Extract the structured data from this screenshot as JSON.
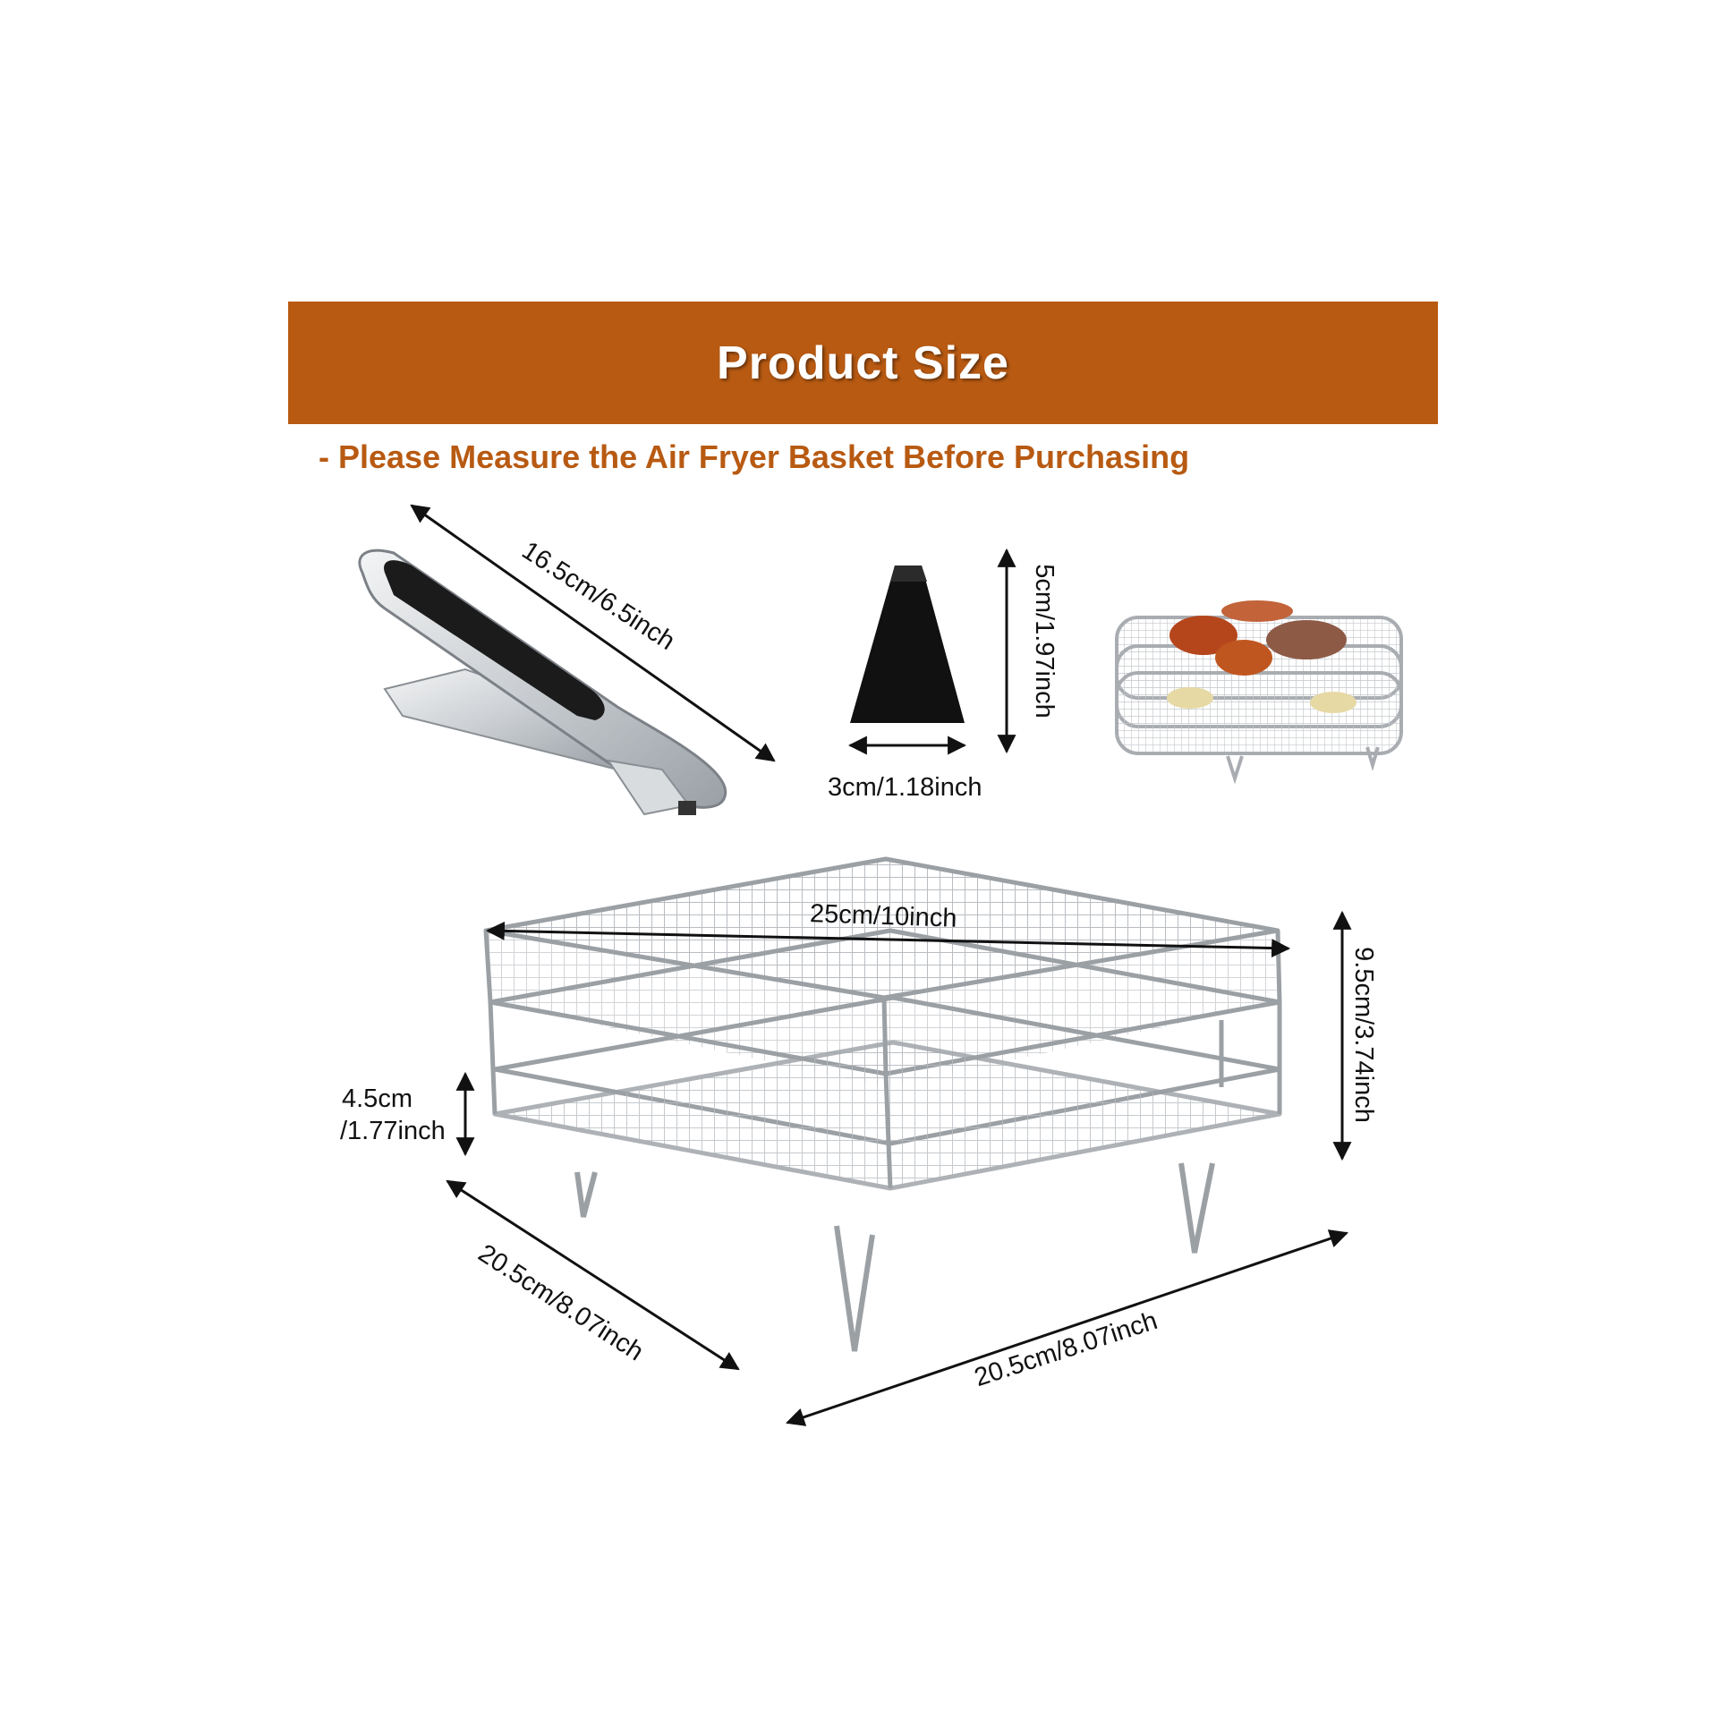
{
  "header": {
    "title": "Product Size",
    "subtitle": "- Please Measure the Air Fryer Basket Before Purchasing",
    "banner_color": "#b85a12"
  },
  "dimensions": {
    "handle_length": "16.5cm/6.5inch",
    "foot_height": "5cm/1.97inch",
    "foot_width": "3cm/1.18inch",
    "rack_diagonal": "25cm/10inch",
    "stack_height": "9.5cm/3.74inch",
    "layer_gap_line1": "4.5cm",
    "layer_gap_line2": "/1.77inch",
    "rack_depth": "20.5cm/8.07inch",
    "rack_width": "20.5cm/8.07inch"
  }
}
